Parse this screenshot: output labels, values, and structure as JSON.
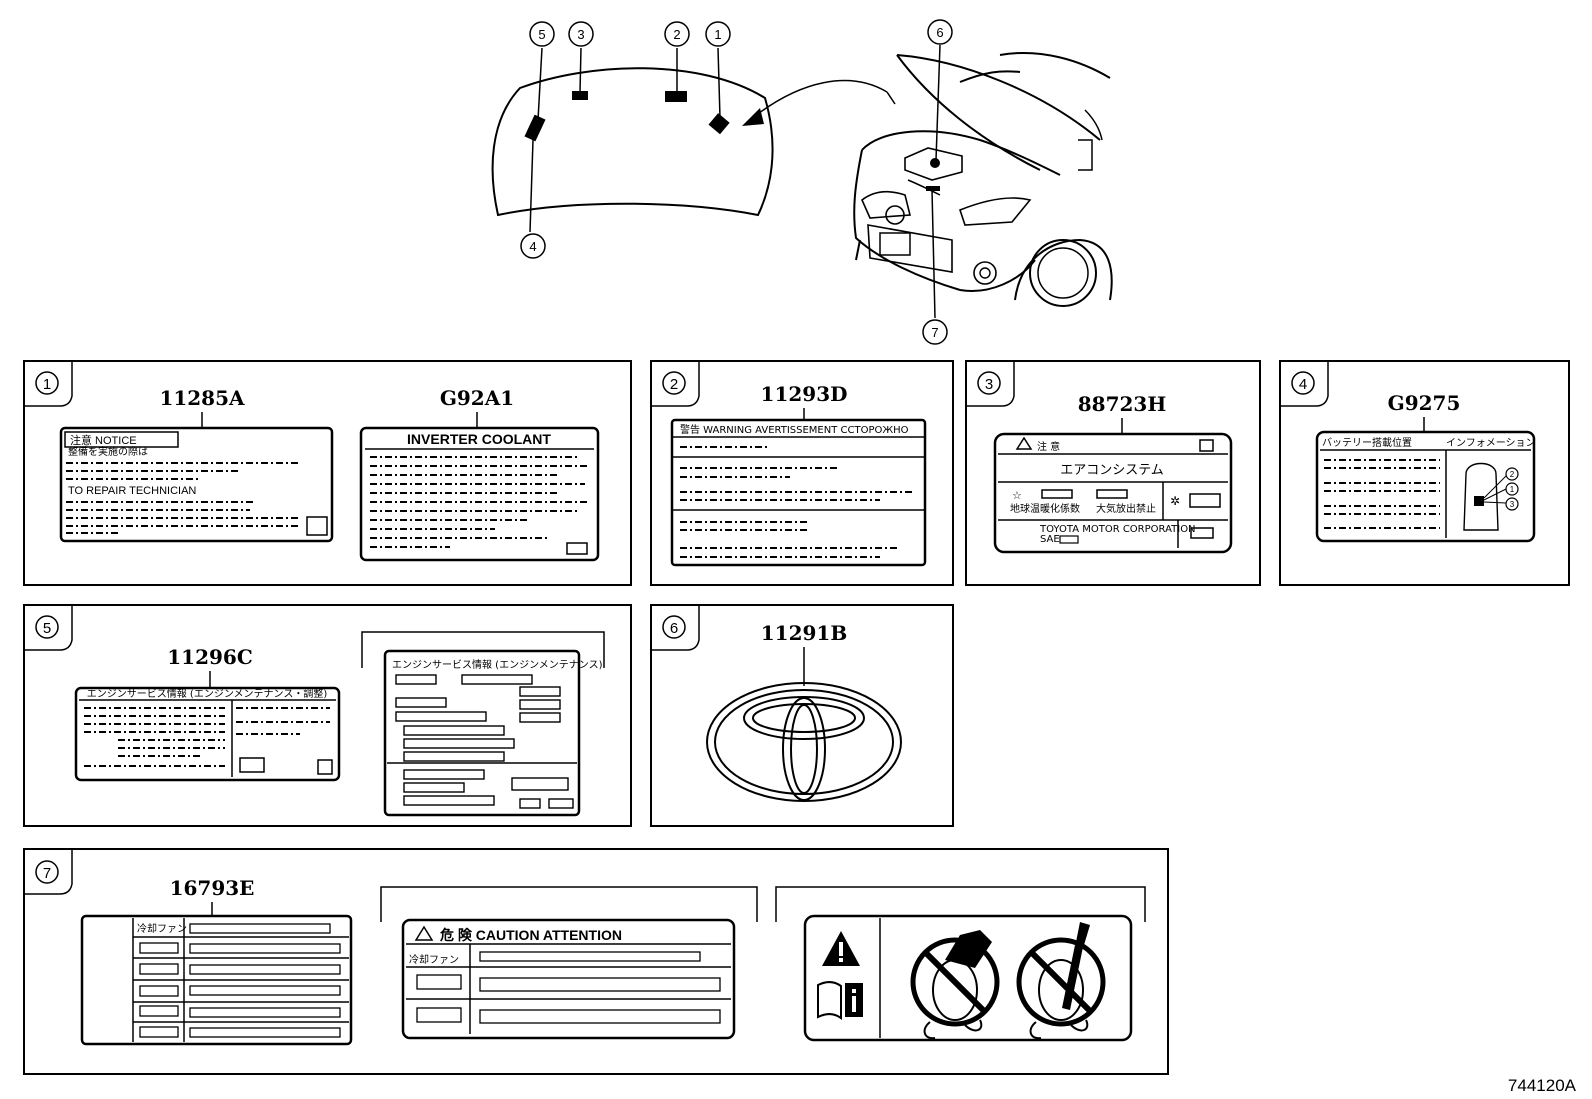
{
  "callouts": {
    "hood": [
      "5",
      "3",
      "2",
      "1",
      "4"
    ],
    "car": [
      "6",
      "7"
    ]
  },
  "panels": {
    "p1": {
      "number": "1",
      "parts": [
        "11285A",
        "G92A1"
      ],
      "notice_header": "注意  NOTICE",
      "notice_line1": "整備を実施の際は",
      "notice_line2": "TO REPAIR TECHNICIAN",
      "inverter_header": "INVERTER COOLANT"
    },
    "p2": {
      "number": "2",
      "parts": [
        "11293D"
      ],
      "warning_header": "警告  WARNING  AVERTISSEMENT  CCTOPOЖHO"
    },
    "p3": {
      "number": "3",
      "parts": [
        "88723H"
      ],
      "caution_header": "注 意",
      "system_title": "エアコンシステム",
      "label_left": "地球温暖化係数",
      "label_right": "大気放出禁止",
      "footer": "TOYOTA MOTOR CORPORATION",
      "footer_sub": "SAE"
    },
    "p4": {
      "number": "4",
      "parts": [
        "G9275"
      ],
      "header_left": "バッテリー搭載位置",
      "header_right": "インフォメーション",
      "sub_numbers": [
        "2",
        "1",
        "3"
      ]
    },
    "p5": {
      "number": "5",
      "parts": [
        "11296C"
      ],
      "label_a_header": "エンジンサービス情報  (エンジンメンテナンス・調整)",
      "label_b_header": "エンジンサービス情報 (エンジンメンテナンス)"
    },
    "p6": {
      "number": "6",
      "parts": [
        "11291B"
      ]
    },
    "p7": {
      "number": "7",
      "parts": [
        "16793E"
      ],
      "fan_label": "冷却ファン",
      "caution_header": "危  険    CAUTION    ATTENTION",
      "fan_label_b": "冷却ファン"
    }
  },
  "figure_ref": "744120A"
}
